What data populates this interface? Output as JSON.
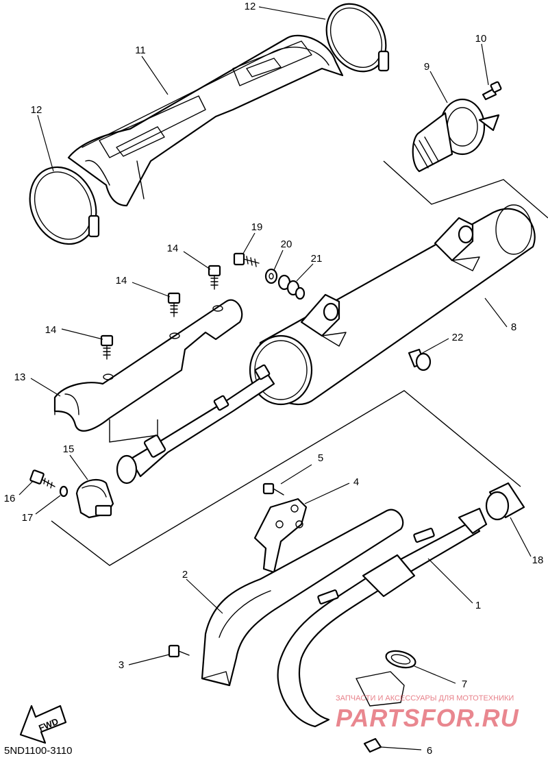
{
  "drawing_code": "5ND1100-3110",
  "direction_label": "FWD",
  "watermark": {
    "line1": "ЗАПЧАСТИ И АКСЕССУАРЫ ДЛЯ МОТОТЕХНИКИ",
    "line2": "PARTSFOR.RU",
    "color": "#e05561"
  },
  "callouts": {
    "c1": "1",
    "c2": "2",
    "c3": "3",
    "c4": "4",
    "c5": "5",
    "c6": "6",
    "c7": "7",
    "c8": "8",
    "c9": "9",
    "c10": "10",
    "c11": "11",
    "c12a": "12",
    "c12b": "12",
    "c13": "13",
    "c14a": "14",
    "c14b": "14",
    "c14c": "14",
    "c15": "15",
    "c16": "16",
    "c17": "17",
    "c18": "18",
    "c19": "19",
    "c20": "20",
    "c21": "21",
    "c22": "22"
  }
}
